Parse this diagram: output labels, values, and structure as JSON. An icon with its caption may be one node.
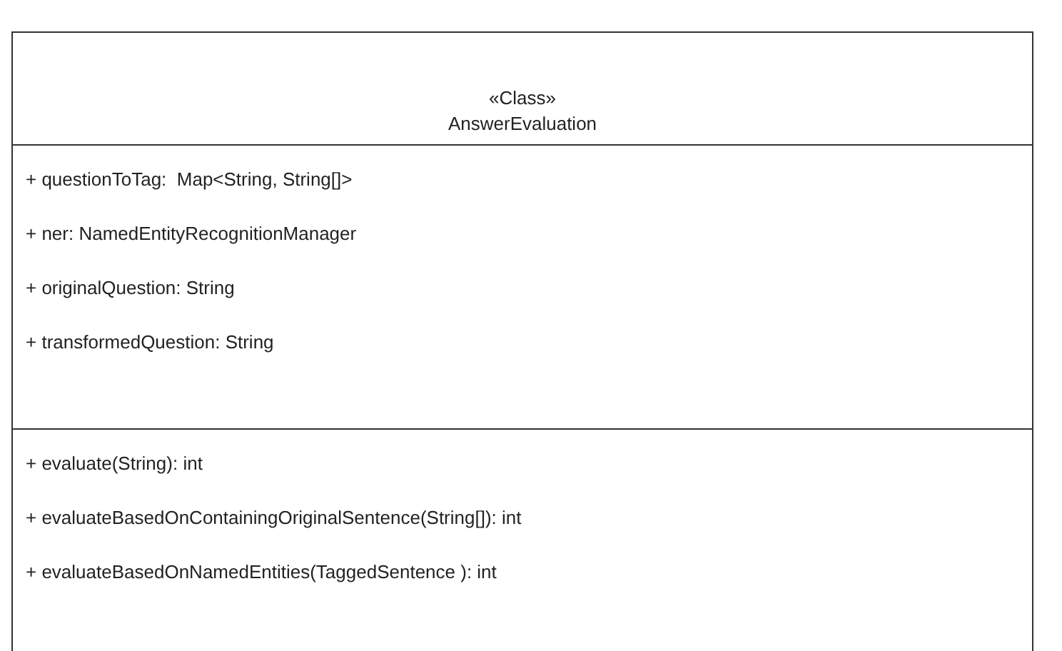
{
  "diagram": {
    "nodes": [
      {
        "text": [
          "«Class»",
          "AnswerEvaluation"
        ]
      },
      {
        "text": [
          "+ questionToTag:  Map<String, String[]>",
          "+ ner: NamedEntityRecognitionManager",
          "+ originalQuestion: String",
          "+ transformedQuestion: String"
        ],
        "in": 0
      },
      {
        "text": [
          "+ evaluate(String): int",
          "+ evaluateBasedOnContainingOriginalSentence(String[]): int",
          "+ evaluateBasedOnNamedEntities(TaggedSentence ): int"
        ],
        "in": 0
      }
    ]
  }
}
